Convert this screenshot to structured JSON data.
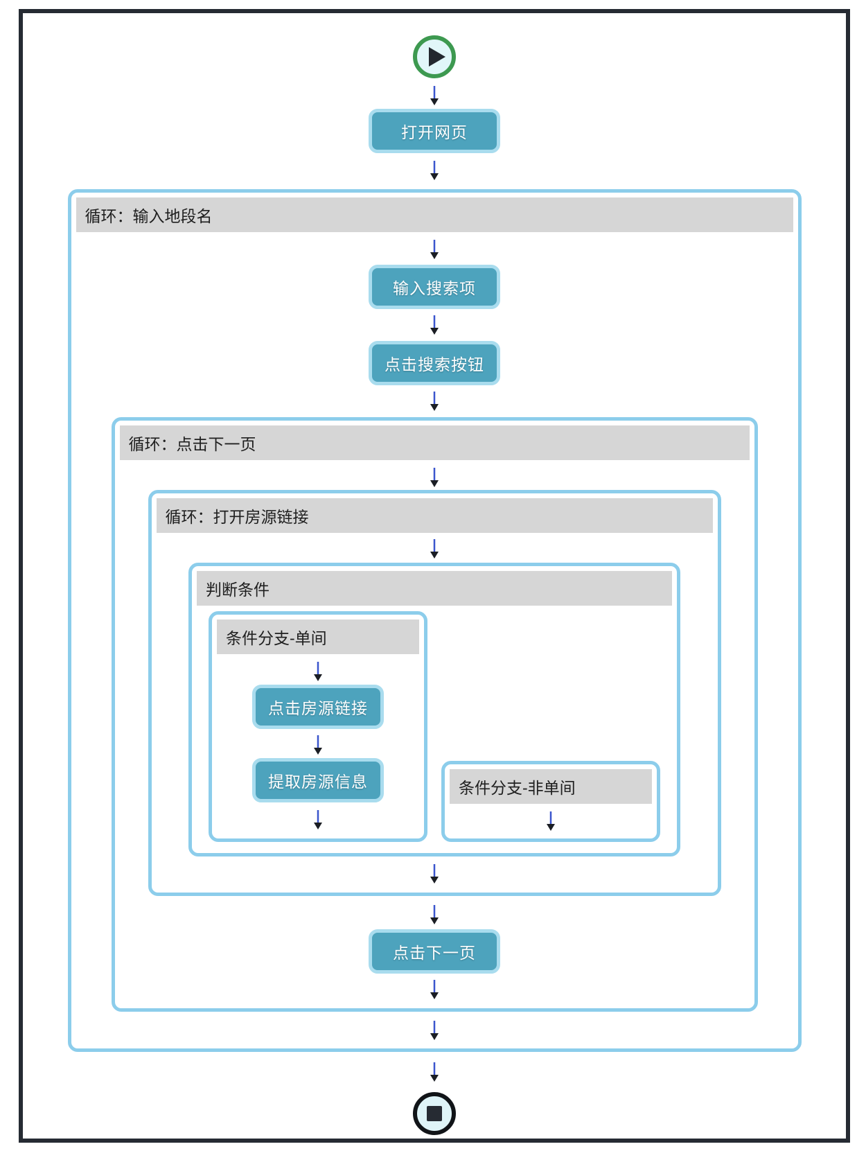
{
  "workflow": {
    "nodes": {
      "open_webpage": "打开网页",
      "enter_search_term": "输入搜索项",
      "click_search_button": "点击搜索按钮",
      "click_listing_link": "点击房源链接",
      "extract_listing_info": "提取房源信息",
      "click_next_page": "点击下一页"
    },
    "containers": {
      "loop_enter_district": "循环：输入地段名",
      "loop_click_next_page": "循环：点击下一页",
      "loop_open_listing_links": "循环：打开房源链接",
      "condition": "判断条件",
      "branch_single_room": "条件分支-单间",
      "branch_not_single_room": "条件分支-非单间"
    },
    "icons": {
      "start": "play-circle-icon",
      "end": "stop-circle-icon",
      "connector": "arrow-down-icon"
    },
    "colors": {
      "frame_border": "#262b33",
      "container_border": "#8ccdeb",
      "header_bg": "#d6d6d6",
      "header_text": "#1f1f1f",
      "node_bg": "#4da3bd",
      "node_border": "#a9dcee",
      "node_text": "#ffffff",
      "arrow_line": "#3a55cd",
      "arrow_head": "#1b1e24",
      "start_ring": "#3d9950",
      "start_fill": "#e1f6f9",
      "start_glyph": "#22272e",
      "end_ring": "#111418",
      "end_fill": "#dff4f8",
      "end_glyph": "#262b33"
    }
  }
}
